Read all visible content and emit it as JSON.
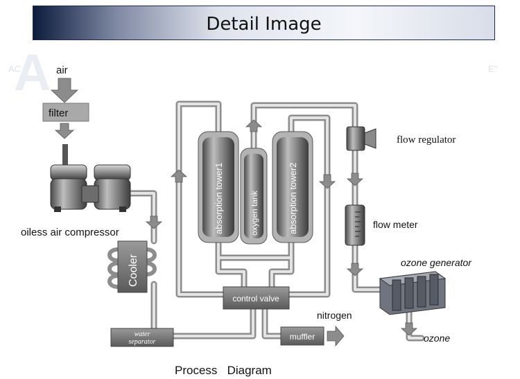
{
  "header": {
    "title": "Detail Image"
  },
  "labels": {
    "air": "air",
    "filter": "filter",
    "compressor": "oiless air compressor",
    "cooler": "Cooler",
    "water_separator_line1": "water",
    "water_separator_line2": "separator",
    "absorption_tower1": "absorption tower1",
    "oxygen_tank": "oxygen tank",
    "absorption_tower2": "absorption tower2",
    "control_valve": "control valve",
    "muffler": "muffler",
    "nitrogen": "nitrogen",
    "flow_regulator": "flow regulator",
    "flow_meter": "flow meter",
    "ozone_generator": "ozone generator",
    "ozone": "ozone",
    "caption": "Process   Diagram"
  }
}
